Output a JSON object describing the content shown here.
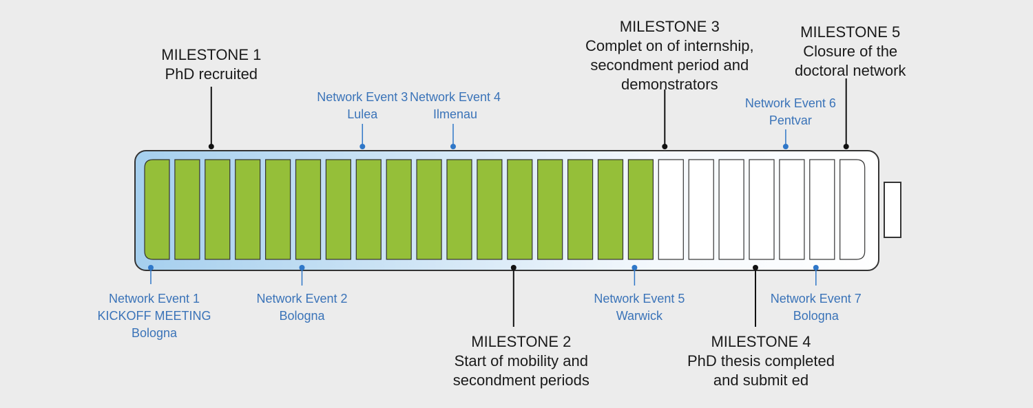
{
  "colors": {
    "background": "#ececec",
    "filled_segment": "#95bf39",
    "empty_segment": "#ffffff",
    "gradient_start": "#a5cfee",
    "outline": "#333333",
    "milestone_text": "#1a1a1a",
    "event_text": "#3a73b8",
    "event_marker": "#2f77c8",
    "milestone_marker": "#111111"
  },
  "progress": {
    "total_segments": 24,
    "filled_segments": 17
  },
  "milestones": [
    {
      "id": "1",
      "position": 3,
      "side": "top",
      "lines": [
        "MILESTONE 1",
        "PhD recruited"
      ]
    },
    {
      "id": "2",
      "position": 13,
      "side": "bottom",
      "lines": [
        "MILESTONE 2",
        "Start of mobility and",
        "secondment periods"
      ]
    },
    {
      "id": "3",
      "position": 18,
      "side": "top",
      "lines": [
        "MILESTONE 3",
        "Complet on of internship,",
        "secondment period and",
        "demonstrators"
      ]
    },
    {
      "id": "4",
      "position": 21,
      "side": "bottom",
      "lines": [
        "MILESTONE 4",
        "PhD thesis completed",
        "and submit ed"
      ]
    },
    {
      "id": "5",
      "position": 24,
      "side": "top",
      "lines": [
        "MILESTONE 5",
        "Closure of the",
        "doctoral network"
      ]
    }
  ],
  "events": [
    {
      "id": "1",
      "position": 1,
      "side": "bottom",
      "lines": [
        "Network Event 1",
        "KICKOFF MEETING",
        "Bologna"
      ]
    },
    {
      "id": "2",
      "position": 6,
      "side": "bottom",
      "lines": [
        "Network Event 2",
        "Bologna"
      ]
    },
    {
      "id": "3",
      "position": 8,
      "side": "top",
      "lines": [
        "Network Event 3",
        "Lulea"
      ]
    },
    {
      "id": "4",
      "position": 11,
      "side": "top",
      "lines": [
        "Network Event 4",
        "Ilmenau"
      ]
    },
    {
      "id": "5",
      "position": 17,
      "side": "bottom",
      "lines": [
        "Network Event 5",
        "Warwick"
      ]
    },
    {
      "id": "6",
      "position": 22,
      "side": "top",
      "lines": [
        "Network Event 6",
        "Pentvar"
      ]
    },
    {
      "id": "7",
      "position": 23,
      "side": "bottom",
      "lines": [
        "Network Event 7",
        "Bologna"
      ]
    }
  ]
}
